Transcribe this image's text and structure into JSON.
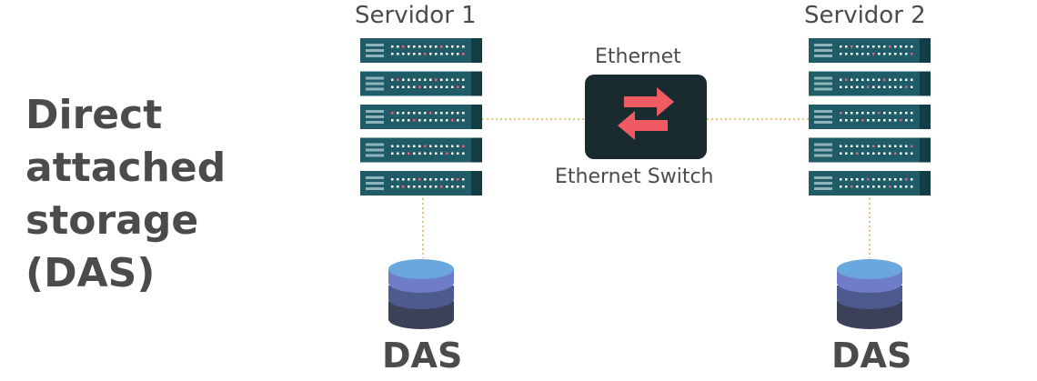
{
  "title_lines": [
    "Direct",
    "attached",
    "storage",
    "(DAS)"
  ],
  "server1": {
    "label": "Servidor 1"
  },
  "server2": {
    "label": "Servidor 2"
  },
  "switch": {
    "top_label": "Ethernet",
    "bottom_label": "Ethernet Switch"
  },
  "storage": [
    {
      "label": "DAS"
    },
    {
      "label": "DAS"
    }
  ],
  "colors": {
    "text": "#4b4b4b",
    "rack_body": "#1f5c67",
    "rack_dark": "#133d45",
    "rack_light": "#8fb3b8",
    "led_pink": "#f05a78",
    "switch_bg": "#1a2b2f",
    "switch_arrows": "#f05a62",
    "cable": "#e0b15a",
    "disk_top": "#6aa7dd",
    "disk_mid": "#6f7dc9",
    "disk_low": "#4d5a8e",
    "disk_base": "#3b4159"
  },
  "icons": [
    "server-rack-icon",
    "ethernet-switch-icon",
    "database-icon"
  ]
}
